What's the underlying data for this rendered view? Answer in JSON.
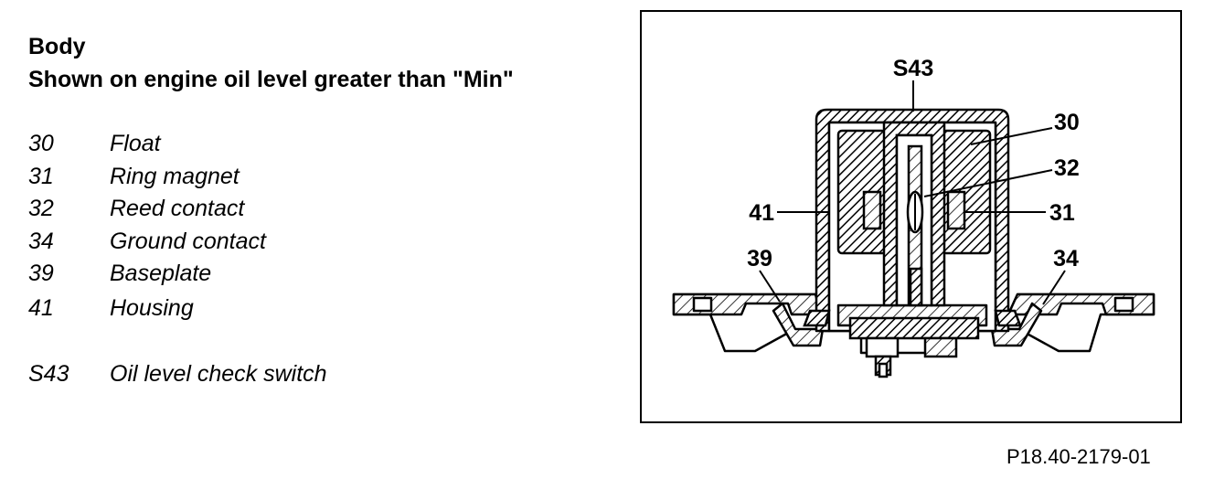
{
  "header": {
    "title": "Body",
    "subtitle": "Shown on engine oil level greater than \"Min\""
  },
  "legend": [
    {
      "number": "30",
      "label": "Float"
    },
    {
      "number": "31",
      "label": "Ring magnet"
    },
    {
      "number": "32",
      "label": "Reed contact"
    },
    {
      "number": "34",
      "label": "Ground contact"
    },
    {
      "number": "39",
      "label": "Baseplate"
    },
    {
      "number": "41",
      "label": "Housing"
    },
    {
      "number": "S43",
      "label": "Oil level check switch"
    }
  ],
  "diagram": {
    "callouts": {
      "s43": "S43",
      "float": "30",
      "reed": "32",
      "ring_magnet": "31",
      "housing": "41",
      "baseplate": "39",
      "ground": "34"
    }
  },
  "figure_ref": "P18.40-2179-01"
}
